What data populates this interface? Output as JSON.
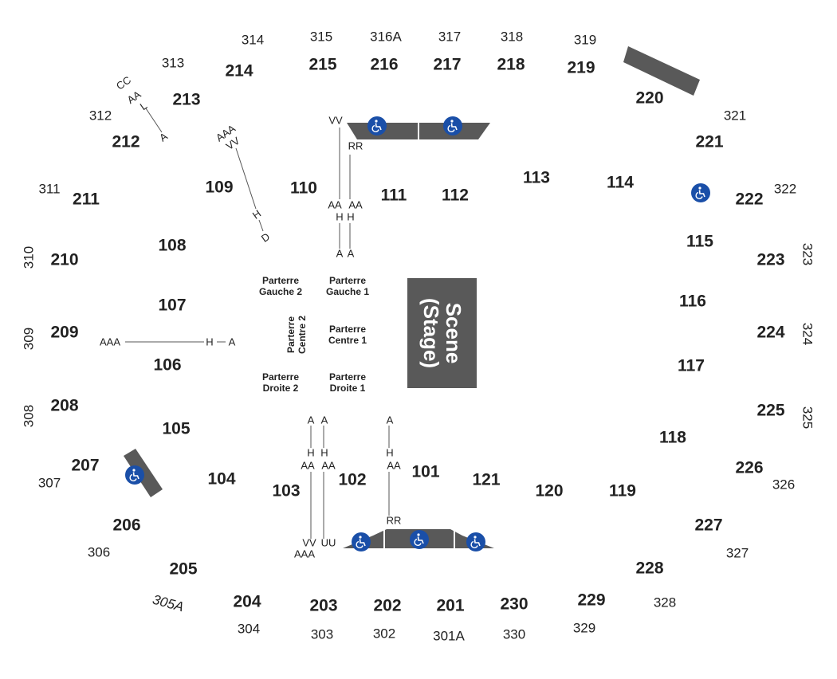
{
  "stage": {
    "line1": "Scene",
    "line2": "(Stage)"
  },
  "sections_100": [
    "101",
    "102",
    "103",
    "104",
    "105",
    "106",
    "107",
    "108",
    "109",
    "110",
    "111",
    "112",
    "113",
    "114",
    "115",
    "116",
    "117",
    "118",
    "119",
    "120",
    "121"
  ],
  "sections_200": [
    "201",
    "202",
    "203",
    "204",
    "205",
    "206",
    "207",
    "208",
    "209",
    "210",
    "211",
    "212",
    "213",
    "214",
    "215",
    "216",
    "217",
    "218",
    "219",
    "220",
    "221",
    "222",
    "223",
    "224",
    "225",
    "226",
    "227",
    "228",
    "229",
    "230"
  ],
  "sections_300": [
    "301A",
    "302",
    "303",
    "304",
    "305A",
    "306",
    "307",
    "308",
    "309",
    "310",
    "311",
    "312",
    "313",
    "314",
    "315",
    "316A",
    "317",
    "318",
    "319",
    "321",
    "322",
    "323",
    "324",
    "325",
    "326",
    "327",
    "328",
    "329",
    "330"
  ],
  "floor": {
    "gauche2": {
      "l1": "Parterre",
      "l2": "Gauche 2"
    },
    "gauche1": {
      "l1": "Parterre",
      "l2": "Gauche 1"
    },
    "centre2": {
      "l1": "Parterre",
      "l2": "Centre 2"
    },
    "centre1": {
      "l1": "Parterre",
      "l2": "Centre 1"
    },
    "droite2": {
      "l1": "Parterre",
      "l2": "Droite 2"
    },
    "droite1": {
      "l1": "Parterre",
      "l2": "Droite 1"
    }
  },
  "rows": {
    "r212": [
      "CC",
      "AA",
      "L",
      "A"
    ],
    "r109": [
      "AAA",
      "VV",
      "H",
      "D"
    ],
    "r110_left": [
      "VV",
      "AA",
      "H",
      "A"
    ],
    "r110_right": [
      "RR",
      "AA",
      "H",
      "A"
    ],
    "r106": [
      "AAA",
      "H",
      "A"
    ],
    "r103_left": [
      "A",
      "H",
      "AA",
      "VV",
      "AAA"
    ],
    "r103_right": [
      "A",
      "H",
      "AA",
      "UU"
    ],
    "r101": [
      "A",
      "H",
      "AA",
      "RR"
    ]
  },
  "colors": {
    "text": "#222222",
    "stage": "#595959",
    "wheelchair": "#1a4fa8",
    "ramp": "#595959",
    "line": "#555555"
  },
  "icons": {
    "accessible": "wheelchair-icon"
  }
}
